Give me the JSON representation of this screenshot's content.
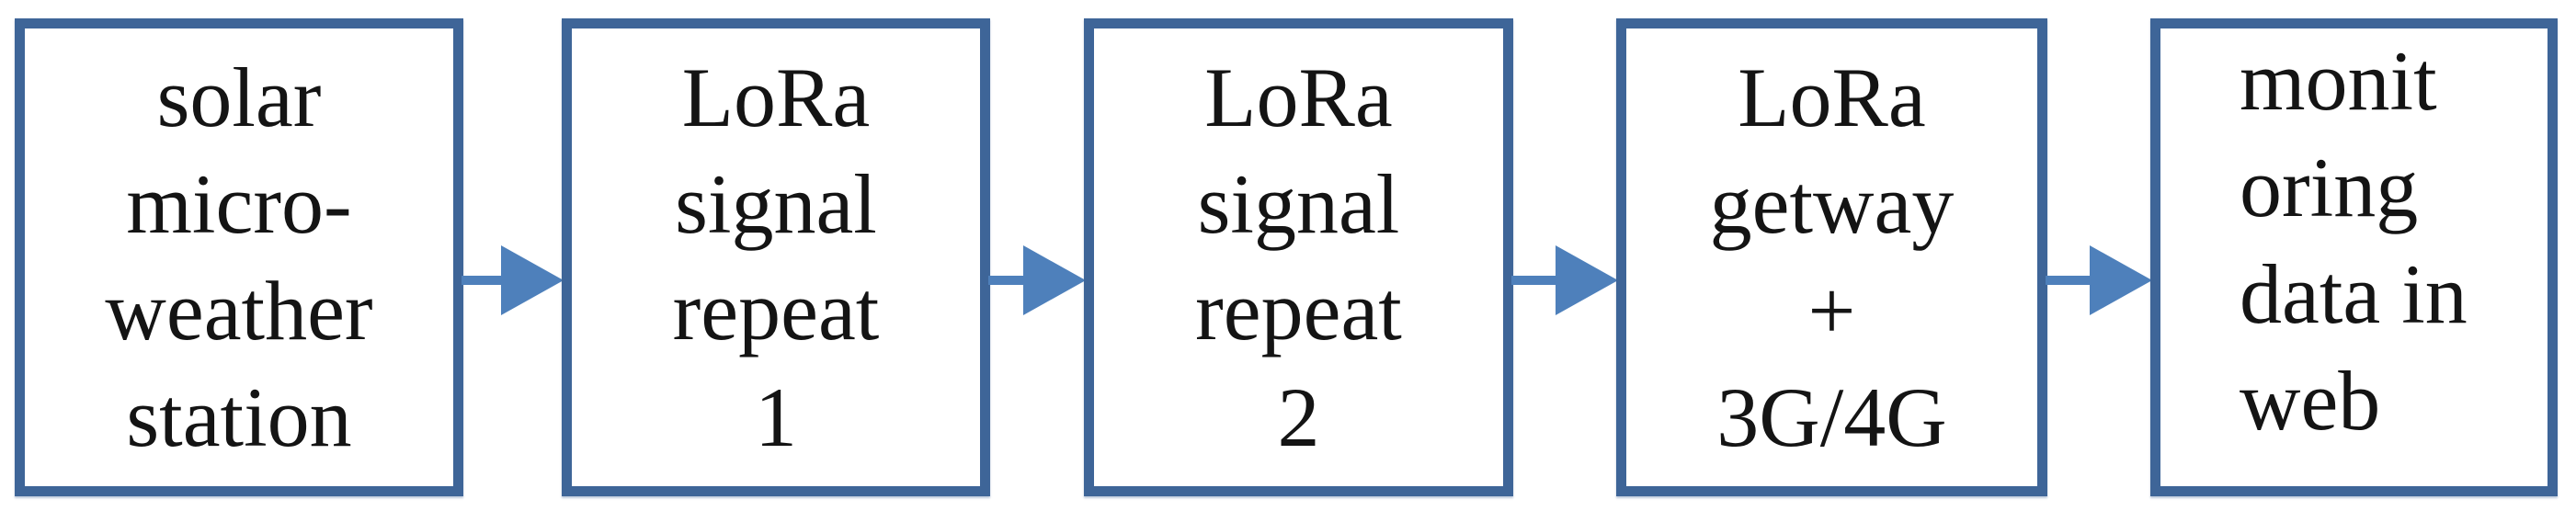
{
  "diagram": {
    "type": "flowchart",
    "direction": "left-to-right",
    "nodes": [
      {
        "id": "solar-micro-weather-station",
        "label": "solar\nmicro-\nweather\nstation",
        "text_align": "center"
      },
      {
        "id": "lora-signal-repeat-1",
        "label": "LoRa\nsignal\nrepeat\n1",
        "text_align": "center"
      },
      {
        "id": "lora-signal-repeat-2",
        "label": "LoRa\nsignal\nrepeat\n2",
        "text_align": "center"
      },
      {
        "id": "lora-gateway-3g4g",
        "label": "LoRa\ngetway\n+\n3G/4G",
        "text_align": "center"
      },
      {
        "id": "monitoring-data-in-web",
        "label": "monit\noring\ndata in\nweb",
        "text_align": "left"
      }
    ],
    "connectors": [
      {
        "from": "solar-micro-weather-station",
        "to": "lora-signal-repeat-1",
        "type": "arrow-right"
      },
      {
        "from": "lora-signal-repeat-1",
        "to": "lora-signal-repeat-2",
        "type": "arrow-right"
      },
      {
        "from": "lora-signal-repeat-2",
        "to": "lora-gateway-3g4g",
        "type": "arrow-right"
      },
      {
        "from": "lora-gateway-3g4g",
        "to": "monitoring-data-in-web",
        "type": "arrow-right"
      }
    ],
    "colors": {
      "node_border": "#3e6598",
      "arrow_fill": "#4e80bb",
      "text": "#141414",
      "background": "#ffffff"
    }
  }
}
